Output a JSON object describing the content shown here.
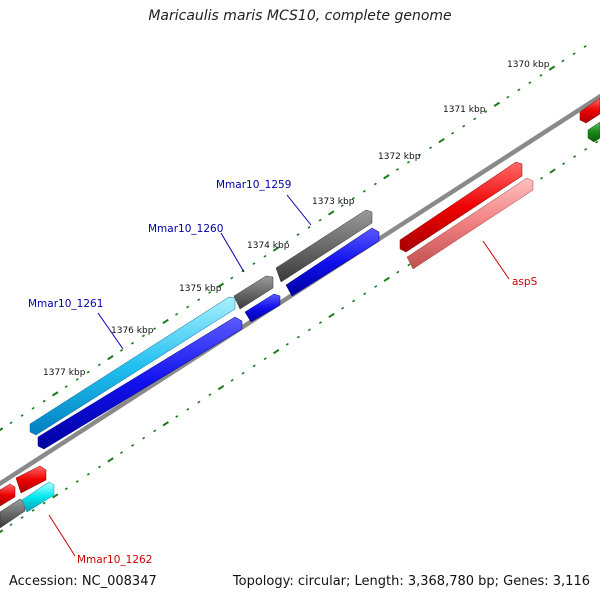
{
  "title": "Maricaulis maris MCS10, complete genome",
  "footer": {
    "accession": "Accession: NC_008347",
    "summary": "Topology: circular; Length: 3,368,780 bp; Genes: 3,116"
  },
  "colors": {
    "backbone": "#8a8a8a",
    "tick": "#1f7a1f",
    "gene_label_blue": "#0000aa",
    "gene_label_red": "#cc0000"
  },
  "kbp_labels": [
    "1370 kbp",
    "1371 kbp",
    "1372 kbp",
    "1373 kbp",
    "1374 kbp",
    "1375 kbp",
    "1376 kbp",
    "1377 kbp"
  ],
  "gene_labels": [
    "Mmar10_1259",
    "Mmar10_1260",
    "Mmar10_1261",
    "aspS",
    "Mmar10_1262"
  ]
}
